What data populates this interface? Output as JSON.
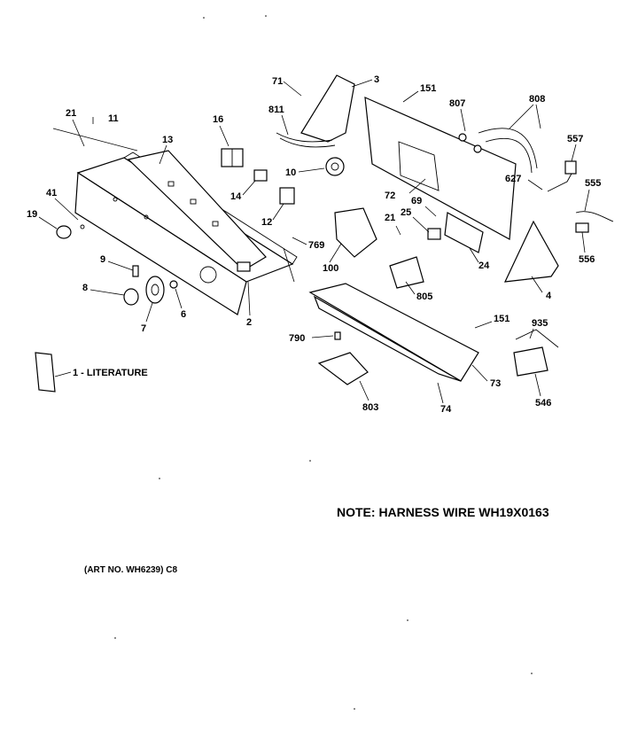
{
  "parts": {
    "p71": "71",
    "p3": "3",
    "p151a": "151",
    "p807": "807",
    "p808": "808",
    "p811": "811",
    "p21a": "21",
    "p11": "11",
    "p13": "13",
    "p16": "16",
    "p10": "10",
    "p72": "72",
    "p557": "557",
    "p627": "627",
    "p555": "555",
    "p41": "41",
    "p14": "14",
    "p21b": "21",
    "p25": "25",
    "p69": "69",
    "p19": "19",
    "p12": "12",
    "p769": "769",
    "p100": "100",
    "p24": "24",
    "p556": "556",
    "p4": "4",
    "p9": "9",
    "p805": "805",
    "p8": "8",
    "p6": "6",
    "p2": "2",
    "p7": "7",
    "p151b": "151",
    "p935": "935",
    "p790": "790",
    "p73": "73",
    "p803": "803",
    "p74": "74",
    "p546": "546"
  },
  "literature_label": "1 - LITERATURE",
  "note": "NOTE: HARNESS WIRE WH19X0163",
  "art_no": "(ART NO. WH6239) C8"
}
